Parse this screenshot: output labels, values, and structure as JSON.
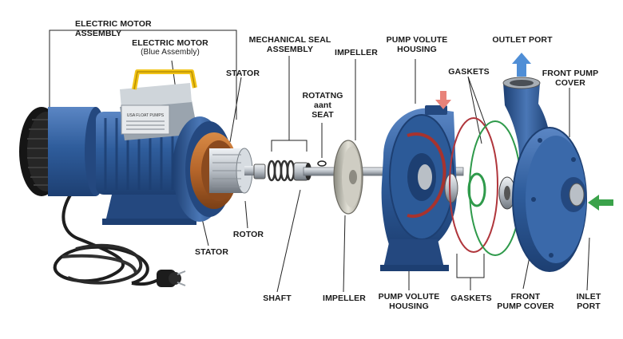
{
  "labels": {
    "electric_motor_assembly": "ELECTRIC MOTOR ASSEMBLY",
    "electric_motor": "ELECTRIC MOTOR",
    "electric_motor_sub": "(Blue Assembly)",
    "stator_top": "STATOR",
    "mechanical_seal": "MECHANICAL SEAL\nASSEMBLY",
    "rotating_seat": "ROTATNG\naant\nSEAT",
    "impeller_top": "IMPELLER",
    "pump_volute_top": "PUMP VOLUTE\nHOUSING",
    "gaskets_top": "GASKETS",
    "outlet_port": "OUTLET PORT",
    "front_cover_top": "FRONT PUMP\nCOVER",
    "stator_bottom": "STATOR",
    "rotor": "ROTOR",
    "shaft": "SHAFT",
    "impeller_bottom": "IMPELLER",
    "pump_volute_bottom": "PUMP VOLUTE\nHOUSING",
    "gaskets_bottom": "GASKETS",
    "front_cover_bottom": "FRONT\nPUMP COVER",
    "inlet_port": "INLET\nPORT",
    "nameplate": "USA FLOAT PUMPS"
  },
  "colors": {
    "motor_blue": "#2f5d9c",
    "motor_blue_dark": "#1d3f72",
    "motor_blue_light": "#5b86c4",
    "handle_yellow": "#f2c417",
    "outlet_arrow": "#4f8ed6",
    "inlet_arrow": "#3aa24a",
    "volute_arrow": "#e8837a",
    "gasket_red": "#b0363c",
    "gasket_green": "#2f9a4b",
    "copper": "#b5652a",
    "steel": "#b9bfc6"
  }
}
